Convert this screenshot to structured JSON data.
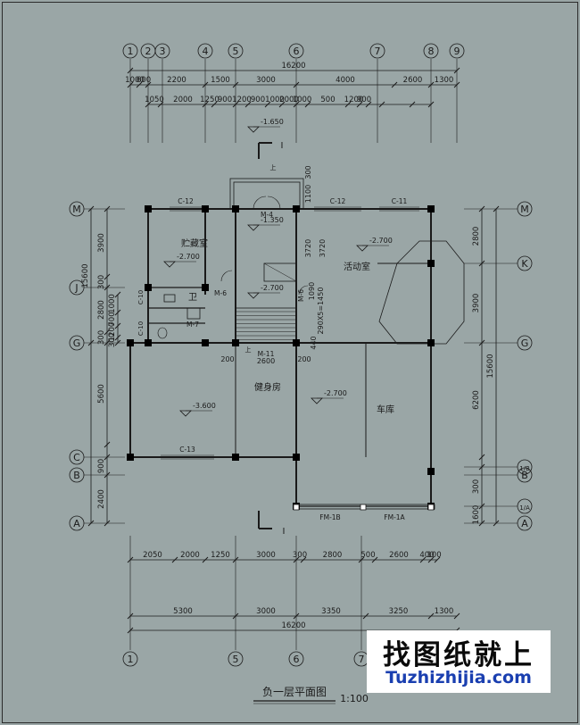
{
  "drawing": {
    "title": "负一层平面图",
    "scale": "1:100"
  },
  "watermark": {
    "line1": "找图纸就上",
    "line2": "Tuzhizhijia.com"
  },
  "grid_axes": {
    "top": [
      "1",
      "2",
      "3",
      "4",
      "5",
      "6",
      "7",
      "8",
      "9"
    ],
    "bottom": [
      "1",
      "5",
      "6",
      "7"
    ],
    "left": [
      "M",
      "J",
      "G",
      "C",
      "B",
      "A"
    ],
    "right": [
      "M",
      "K",
      "G",
      "1/B",
      "B",
      "1/A",
      "A"
    ]
  },
  "dimensions": {
    "top_total": "16200",
    "top_row1": [
      "1000",
      "600",
      "2200",
      "1500",
      "3000",
      "4000",
      "2600",
      "1300"
    ],
    "top_row2": [
      "1050",
      "2000",
      "1250",
      "900",
      "1200",
      "900",
      "1000",
      "2000",
      "1000",
      "500",
      "1200",
      "900"
    ],
    "bottom_row1": [
      "2050",
      "2000",
      "1250",
      "3000",
      "300",
      "2800",
      "500",
      "2600",
      "400",
      "100"
    ],
    "bottom_row2": [
      "5300",
      "3000",
      "3350",
      "3250",
      "1300"
    ],
    "bottom_total": "16200",
    "left_segments": [
      "3900",
      "300",
      "2800",
      "300",
      "5600",
      "900",
      "2400"
    ],
    "left_small": [
      "1000",
      "700",
      "1200",
      "300"
    ],
    "left_total": "15600",
    "right_segments": [
      "2800",
      "3900",
      "6200",
      "300",
      "1600",
      "300"
    ],
    "right_total": "15600",
    "interior": [
      "300",
      "1100",
      "3720",
      "3720",
      "1090",
      "200",
      "2600",
      "200",
      "290X5=1450",
      "440"
    ]
  },
  "elevations": {
    "entrance": "-1.650",
    "porch": "-1.350",
    "storage": "-2.700",
    "activity": "-2.700",
    "hall": "-2.700",
    "gym": "-3.600",
    "garage": "-2.700"
  },
  "rooms": {
    "storage": "贮藏室",
    "bath": "卫",
    "activity": "活动室",
    "gym": "健身房",
    "garage": "车库"
  },
  "doors": [
    "M-4",
    "M-6",
    "M-6",
    "M-7",
    "M-11",
    "FM-1B",
    "FM-1A"
  ],
  "windows": [
    "C-12",
    "C-12",
    "C-11",
    "C-10",
    "C-10",
    "C-13"
  ],
  "section_mark": "I",
  "up_mark": "上"
}
